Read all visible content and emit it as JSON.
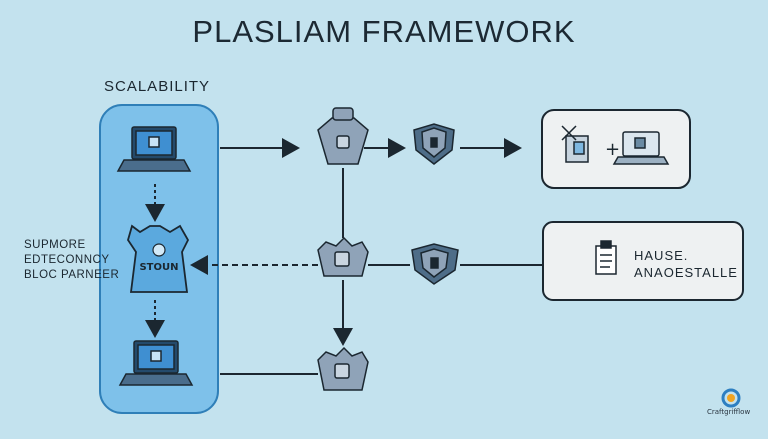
{
  "title": "PLASLIAM FRAMEWORK",
  "scalability_label": "SCALABILITY",
  "side_labels": [
    "SUPMORE",
    "EDTECONNCY",
    "BLOC PARNEER"
  ],
  "center_node_label": "STOUN",
  "right_box_lines": [
    "HAUSE.",
    "ANAOESTALLE"
  ],
  "logo_text": "Craftgrifflow",
  "icons": [
    "laptop-icon",
    "shield-icon",
    "padlock-icon",
    "clipboard-icon",
    "network-icon"
  ],
  "colors": {
    "background": "#c3e2ee",
    "panel_fill": "#7ec1ea",
    "panel_stroke": "#2f7fb8",
    "node_fill": "#8fa3b8",
    "ink": "#1b2730",
    "box_fill": "#eef1f2"
  }
}
